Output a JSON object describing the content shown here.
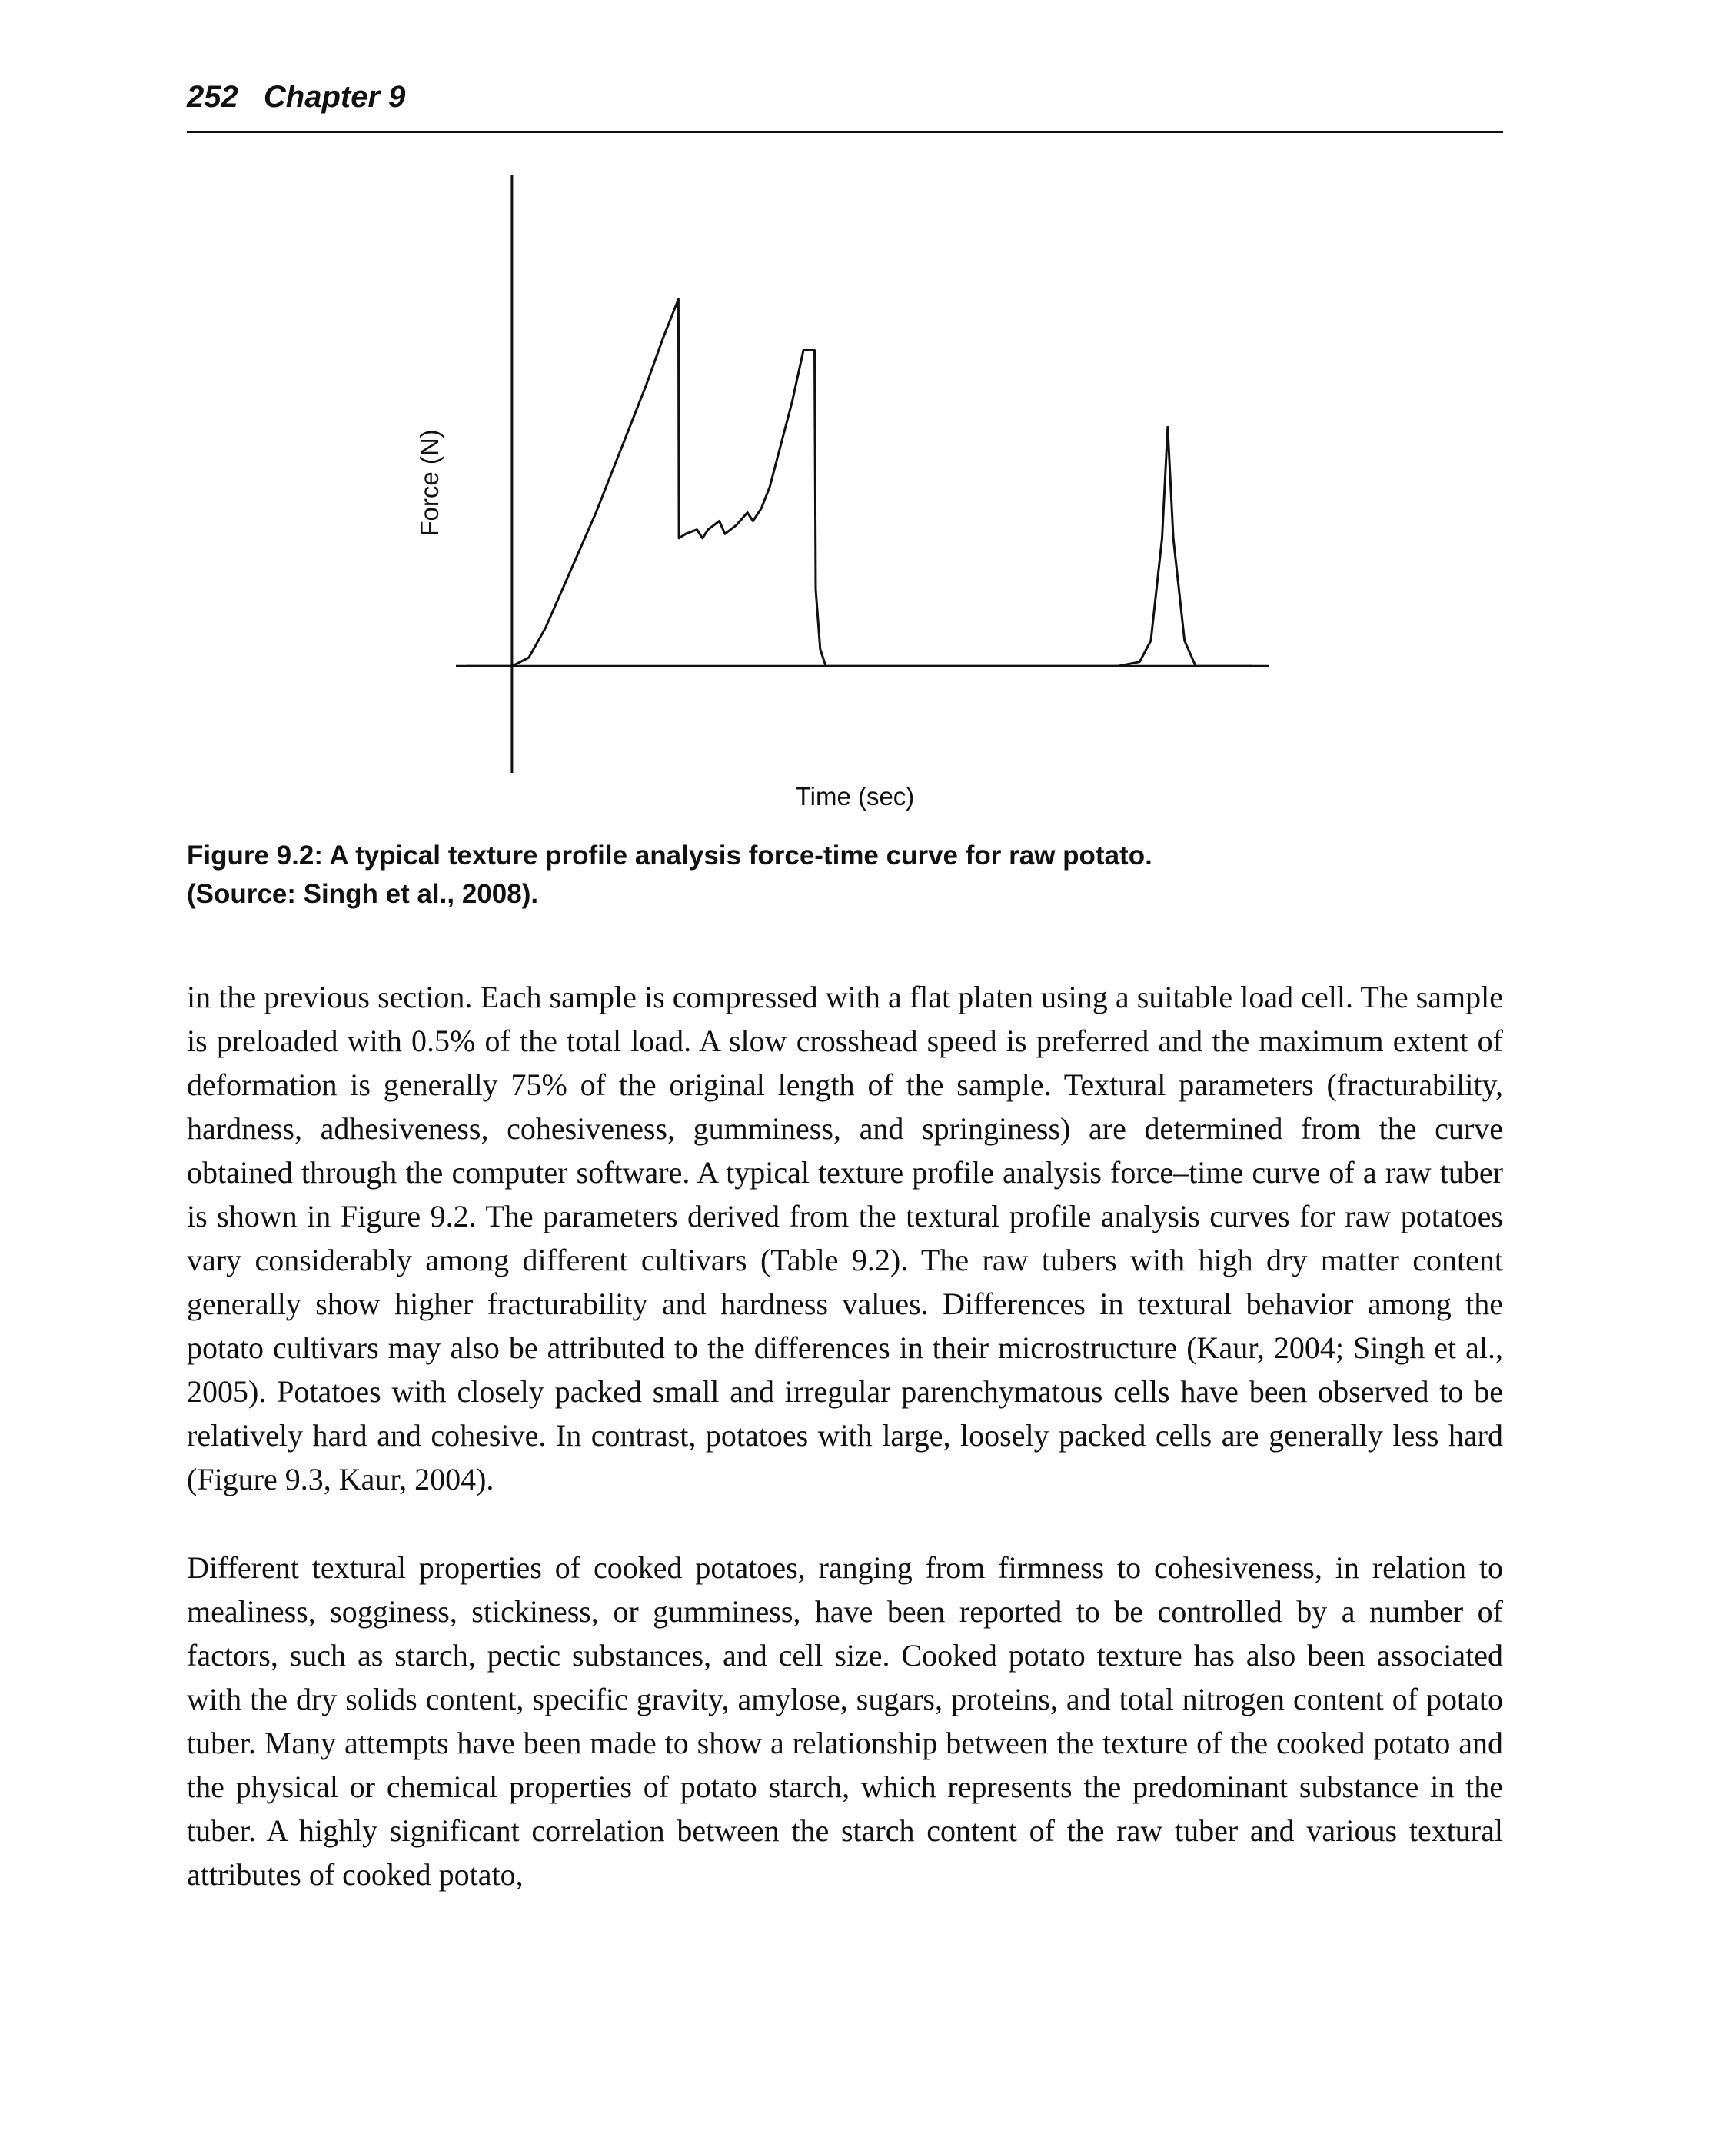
{
  "header": {
    "page_number": "252",
    "chapter": "Chapter 9"
  },
  "figure": {
    "caption_line1": "Figure 9.2: A typical texture profile analysis force-time curve for raw potato.",
    "caption_line2": "(Source: Singh et al., 2008)."
  },
  "chart_data": {
    "type": "line",
    "title": "",
    "xlabel": "Time (sec)",
    "ylabel": "Force (N)",
    "x_ticks": [],
    "y_ticks": [],
    "grid": false,
    "legend": "none",
    "series": [
      {
        "points": [
          [
            -8,
            0
          ],
          [
            -5,
            0
          ],
          [
            -2,
            0
          ],
          [
            0,
            0
          ],
          [
            3,
            2
          ],
          [
            6,
            9
          ],
          [
            9,
            18
          ],
          [
            12,
            27
          ],
          [
            15,
            36
          ],
          [
            18,
            46
          ],
          [
            21,
            56
          ],
          [
            24,
            66
          ],
          [
            27,
            77
          ],
          [
            29.7,
            86
          ],
          [
            29.8,
            30
          ],
          [
            31,
            31
          ],
          [
            33,
            32
          ],
          [
            34,
            30
          ],
          [
            35,
            32
          ],
          [
            37,
            34
          ],
          [
            38,
            31
          ],
          [
            40,
            33
          ],
          [
            42,
            36
          ],
          [
            43,
            34
          ],
          [
            44.5,
            37
          ],
          [
            46,
            42
          ],
          [
            48,
            52
          ],
          [
            50,
            62
          ],
          [
            52,
            74
          ],
          [
            54,
            74
          ],
          [
            54.2,
            18
          ],
          [
            55,
            4
          ],
          [
            56,
            0
          ],
          [
            70,
            0
          ],
          [
            90,
            0
          ],
          [
            108,
            0
          ],
          [
            112,
            1
          ],
          [
            114,
            6
          ],
          [
            116,
            30
          ],
          [
            117,
            56
          ],
          [
            118,
            30
          ],
          [
            120,
            6
          ],
          [
            122,
            0
          ],
          [
            126,
            0
          ],
          [
            132,
            0
          ]
        ]
      }
    ],
    "xlim": [
      -10,
      135
    ],
    "ylim": [
      -25,
      115
    ]
  },
  "body": {
    "paragraph1": "in the previous section. Each sample is compressed with a flat platen using a suitable load cell. The sample is preloaded with 0.5% of the total load. A slow crosshead speed is preferred and the maximum extent of deformation is generally 75% of the original length of the sample. Textural parameters (fracturability, hardness, adhesiveness, cohesiveness, gumminess, and springiness) are determined from the curve obtained through the computer software. A typical texture profile analysis force–time curve of a raw tuber is shown in Figure 9.2. The parameters derived from the textural profile analysis curves for raw potatoes vary considerably among different cultivars (Table 9.2). The raw tubers with high dry matter content generally show higher fracturability and hardness values. Differences in textural behavior among the potato cultivars may also be attributed to the differences in their microstructure (Kaur, 2004; Singh et al., 2005). Potatoes with closely packed small and irregular parenchymatous cells have been observed to be relatively hard and cohesive. In contrast, potatoes with large, loosely packed cells are generally less hard (Figure 9.3, Kaur, 2004).",
    "paragraph2": "Different textural properties of cooked potatoes, ranging from firmness to cohesiveness, in relation to mealiness, sogginess, stickiness, or gumminess, have been reported to be controlled by a number of factors, such as starch, pectic substances, and cell size. Cooked potato texture has also been associated with the dry solids content, specific gravity, amylose, sugars, proteins, and total nitrogen content of potato tuber. Many attempts have been made to show a relationship between the texture of the cooked potato and the physical or chemical properties of potato starch, which represents the predominant substance in the tuber. A highly significant correlation between the starch content of the raw tuber and various textural attributes of cooked potato,"
  }
}
